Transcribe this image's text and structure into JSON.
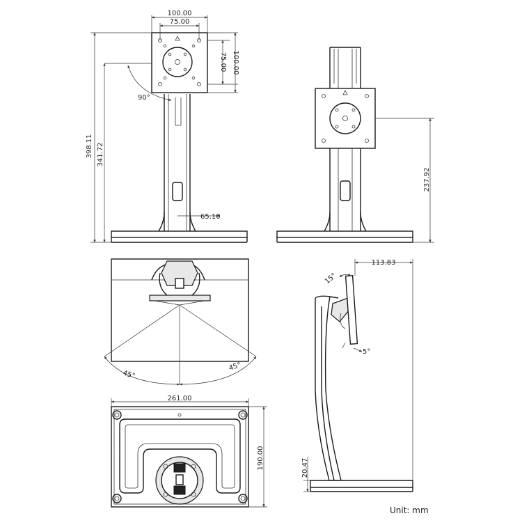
{
  "dimensions": {
    "vesa_outer_h": "100.00",
    "vesa_inner_h": "75.00",
    "vesa_inner_v": "75.00",
    "vesa_outer_v": "100.00",
    "height_max": "398.11",
    "height_min": "341.72",
    "rotate_angle": "90°",
    "column_width": "65.10",
    "side_height": "237.92",
    "swivel_left": "45°",
    "swivel_right": "45°",
    "depth_offset": "113.83",
    "tilt_back": "15°",
    "tilt_forward": "5°",
    "base_width": "261.00",
    "base_depth": "190.00",
    "base_thickness": "20.47"
  },
  "unit_label": "Unit: mm"
}
